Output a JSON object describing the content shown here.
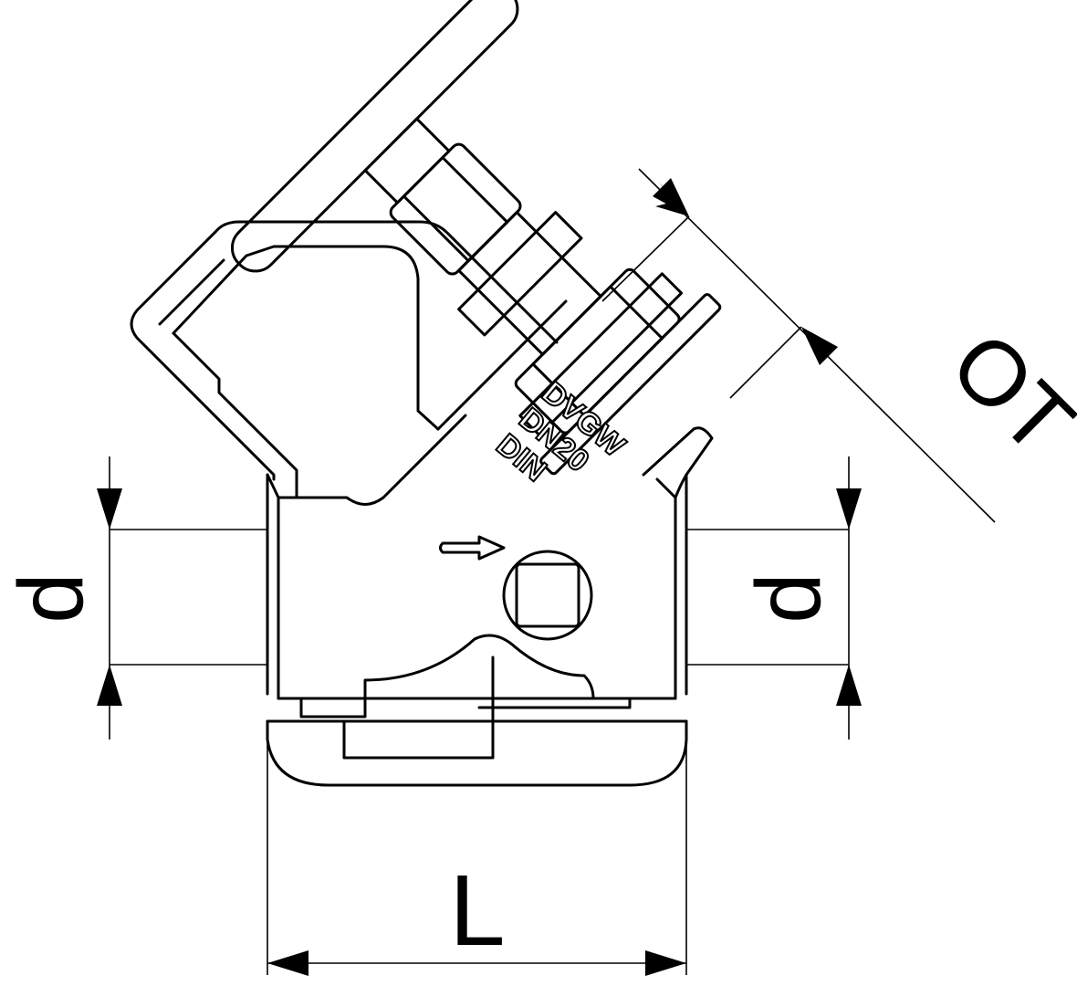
{
  "drawing": {
    "dimensions": {
      "inlet_diameter": "d",
      "outlet_diameter": "d",
      "length": "L",
      "upper_part": "OT"
    },
    "body_marking": [
      "DVGW",
      "DN20",
      "DIN"
    ]
  }
}
